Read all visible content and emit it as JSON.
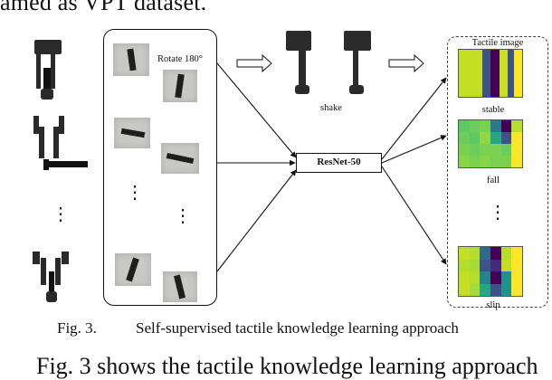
{
  "header_fragment": "amed as VPT dataset.",
  "footer_fragment": "Fig. 3   shows the tactile knowledge learning approach",
  "caption": {
    "label": "Fig. 3.",
    "text": "Self-supervised tactile knowledge learning approach"
  },
  "rotation_label": "Rotate 180°",
  "shake_label": "shake",
  "model_label": "ResNet-50",
  "tactile_title": "Tactile image",
  "outcomes": [
    "stable",
    "fall",
    "slip"
  ],
  "ellipsis": "⋮",
  "colors": {
    "yellow": "#fde725",
    "green": "#7ad151",
    "teal": "#22a884",
    "blue": "#2a788e",
    "dark": "#440154"
  }
}
